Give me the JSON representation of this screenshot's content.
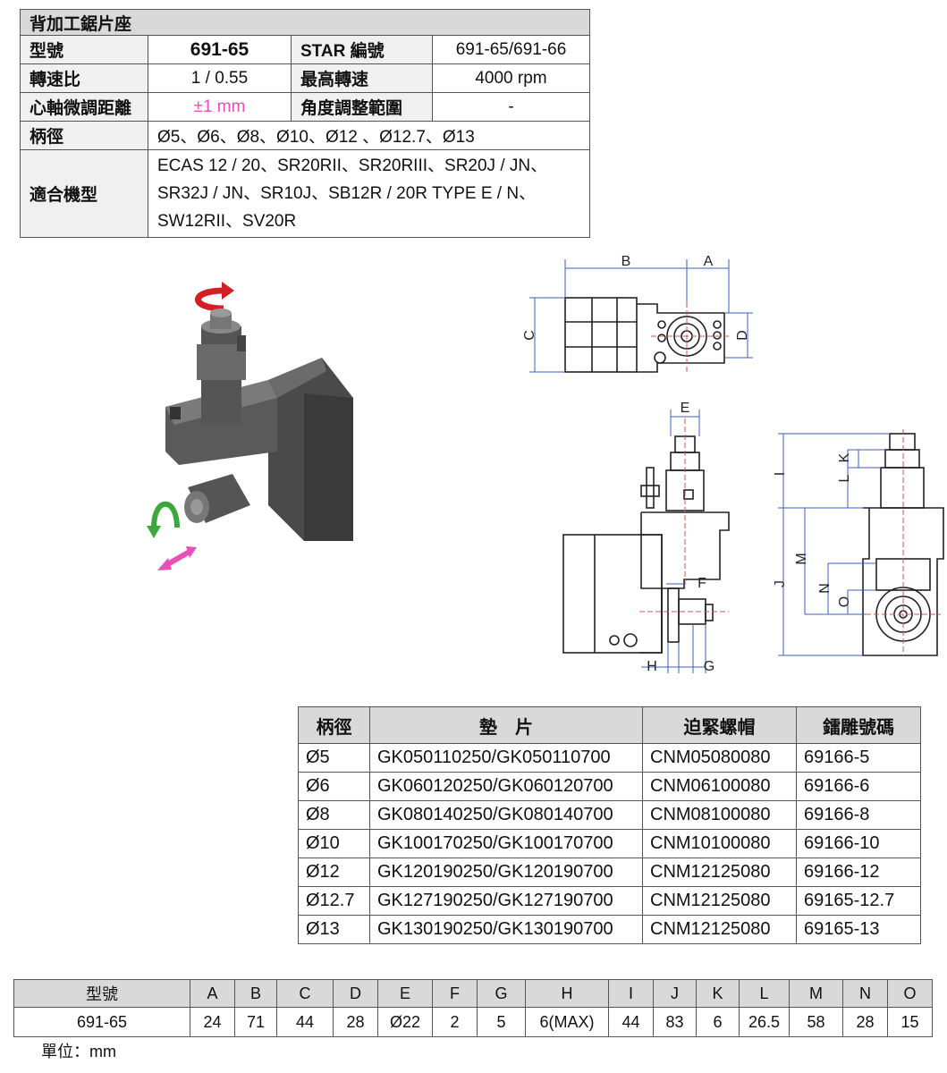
{
  "spec": {
    "title": "背加工鋸片座",
    "rows": {
      "model_label": "型號",
      "model_value": "691-65",
      "star_label": "STAR 編號",
      "star_value": "691-65/691-66",
      "ratio_label": "轉速比",
      "ratio_value": "1 / 0.55",
      "maxspeed_label": "最高轉速",
      "maxspeed_value": "4000 rpm",
      "adjust_label": "心軸微調距離",
      "adjust_value": "±1 mm",
      "angle_label": "角度調整範圍",
      "angle_value": "-",
      "shank_label": "柄徑",
      "shank_value": "Ø5、Ø6、Ø8、Ø10、Ø12 、Ø12.7、Ø13",
      "machine_label": "適合機型",
      "machine_line1": "ECAS 12 / 20、SR20RII、SR20RIII、SR20J / JN、",
      "machine_line2": "SR32J / JN、SR10J、SB12R / 20R TYPE E / N、",
      "machine_line3": "SW12RII、SV20R"
    }
  },
  "drawing_labels": {
    "A": "A",
    "B": "B",
    "C": "C",
    "D": "D",
    "E": "E",
    "F": "F",
    "G": "G",
    "H": "H",
    "I": "I",
    "J": "J",
    "K": "K",
    "L": "L",
    "M": "M",
    "N": "N",
    "O": "O"
  },
  "colors": {
    "rotate_arrow": "#d21f26",
    "swivel_arrow": "#3aa83a",
    "slide_arrow": "#e84fb8",
    "centerline": "#d9534f"
  },
  "parts": {
    "headers": [
      "柄徑",
      "墊　片",
      "迫緊螺帽",
      "鐳雕號碼"
    ],
    "rows": [
      [
        "Ø5",
        "GK050110250/GK050110700",
        "CNM05080080",
        "69166-5"
      ],
      [
        "Ø6",
        "GK060120250/GK060120700",
        "CNM06100080",
        "69166-6"
      ],
      [
        "Ø8",
        "GK080140250/GK080140700",
        "CNM08100080",
        "69166-8"
      ],
      [
        "Ø10",
        "GK100170250/GK100170700",
        "CNM10100080",
        "69166-10"
      ],
      [
        "Ø12",
        "GK120190250/GK120190700",
        "CNM12125080",
        "69166-12"
      ],
      [
        "Ø12.7",
        "GK127190250/GK127190700",
        "CNM12125080",
        "69165-12.7"
      ],
      [
        "Ø13",
        "GK130190250/GK130190700",
        "CNM12125080",
        "69165-13"
      ]
    ]
  },
  "dims": {
    "headers": [
      "型號",
      "A",
      "B",
      "C",
      "D",
      "E",
      "F",
      "G",
      "H",
      "I",
      "J",
      "K",
      "L",
      "M",
      "N",
      "O"
    ],
    "values": [
      "691-65",
      "24",
      "71",
      "44",
      "28",
      "Ø22",
      "2",
      "5",
      "6(MAX)",
      "44",
      "83",
      "6",
      "26.5",
      "58",
      "28",
      "15"
    ]
  },
  "unit": "單位：mm"
}
